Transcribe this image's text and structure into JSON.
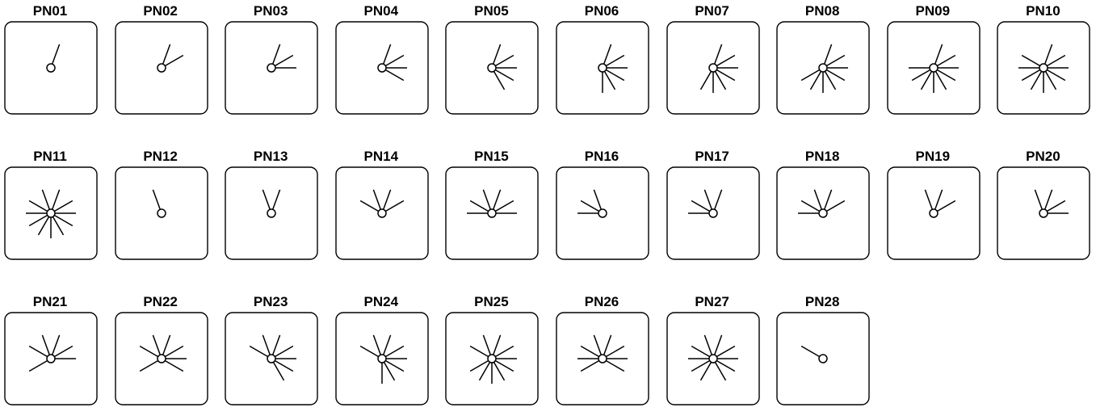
{
  "colors": {
    "stroke": "#000000",
    "background": "#ffffff"
  },
  "patterns": [
    {
      "label": "PN01",
      "angles": [
        70
      ]
    },
    {
      "label": "PN02",
      "angles": [
        30,
        70
      ]
    },
    {
      "label": "PN03",
      "angles": [
        0,
        30,
        70
      ]
    },
    {
      "label": "PN04",
      "angles": [
        -30,
        0,
        30,
        70
      ]
    },
    {
      "label": "PN05",
      "angles": [
        -60,
        -30,
        0,
        30,
        70
      ]
    },
    {
      "label": "PN06",
      "angles": [
        -90,
        -60,
        -30,
        0,
        30,
        70
      ]
    },
    {
      "label": "PN07",
      "angles": [
        -120,
        -90,
        -60,
        -30,
        0,
        30,
        70
      ]
    },
    {
      "label": "PN08",
      "angles": [
        -150,
        -120,
        -90,
        -60,
        -30,
        0,
        30,
        70
      ]
    },
    {
      "label": "PN09",
      "angles": [
        180,
        -150,
        -120,
        -90,
        -60,
        -30,
        0,
        30,
        70
      ]
    },
    {
      "label": "PN10",
      "angles": [
        150,
        180,
        -150,
        -120,
        -90,
        -60,
        -30,
        0,
        30,
        70
      ]
    },
    {
      "label": "PN11",
      "angles": [
        110,
        150,
        180,
        -150,
        -120,
        -90,
        -60,
        -30,
        0,
        30,
        70
      ]
    },
    {
      "label": "PN12",
      "angles": [
        110
      ]
    },
    {
      "label": "PN13",
      "angles": [
        70,
        110
      ]
    },
    {
      "label": "PN14",
      "angles": [
        30,
        70,
        110,
        150
      ]
    },
    {
      "label": "PN15",
      "angles": [
        0,
        30,
        70,
        110,
        150,
        180
      ]
    },
    {
      "label": "PN16",
      "angles": [
        110,
        150,
        180
      ]
    },
    {
      "label": "PN17",
      "angles": [
        70,
        110,
        150,
        180
      ]
    },
    {
      "label": "PN18",
      "angles": [
        30,
        70,
        110,
        150,
        180
      ]
    },
    {
      "label": "PN19",
      "angles": [
        30,
        70,
        110
      ]
    },
    {
      "label": "PN20",
      "angles": [
        0,
        30,
        70,
        110
      ]
    },
    {
      "label": "PN21",
      "angles": [
        0,
        30,
        70,
        110,
        150,
        -150
      ]
    },
    {
      "label": "PN22",
      "angles": [
        -30,
        0,
        30,
        70,
        110,
        150,
        -150
      ]
    },
    {
      "label": "PN23",
      "angles": [
        -60,
        -30,
        0,
        30,
        70,
        110,
        150
      ]
    },
    {
      "label": "PN24",
      "angles": [
        -90,
        -60,
        -30,
        0,
        30,
        70,
        110,
        150
      ]
    },
    {
      "label": "PN25",
      "angles": [
        -120,
        -90,
        -60,
        -30,
        0,
        30,
        70,
        110,
        150,
        -150
      ]
    },
    {
      "label": "PN26",
      "angles": [
        -150,
        -30,
        0,
        30,
        70,
        110,
        150,
        180
      ]
    },
    {
      "label": "PN27",
      "angles": [
        -150,
        -120,
        -60,
        -30,
        0,
        30,
        70,
        110,
        150,
        180
      ]
    },
    {
      "label": "PN28",
      "angles": [
        150
      ]
    }
  ]
}
